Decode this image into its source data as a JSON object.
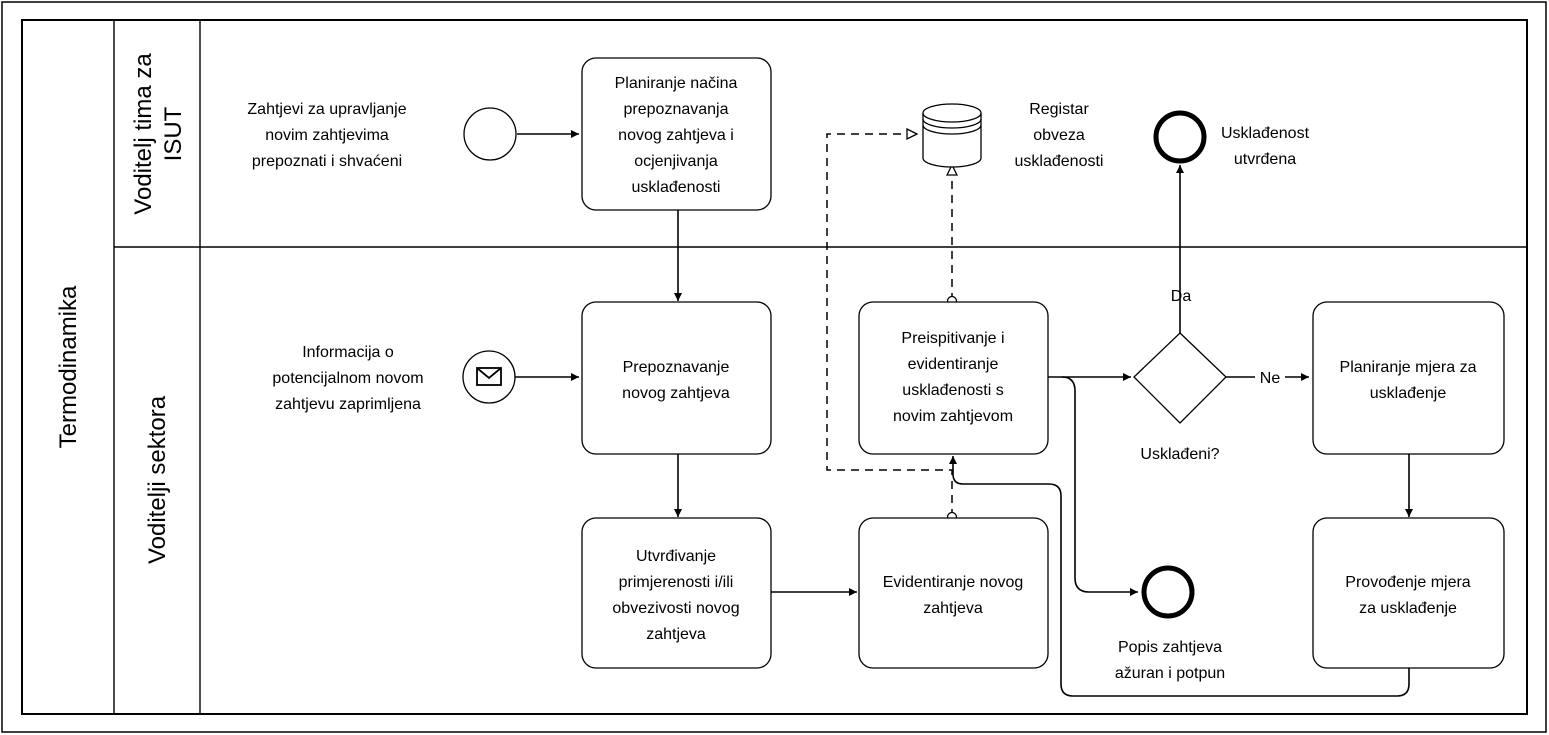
{
  "pool": {
    "name": "Termodinamika"
  },
  "lanes": {
    "top": {
      "lines": [
        "Voditelj tima za",
        "ISUT"
      ]
    },
    "bottom": {
      "lines": [
        "Voditelji sektora"
      ]
    }
  },
  "events": {
    "start_top": {
      "lines": [
        "Zahtjevi za upravljanje",
        "novim zahtjevima",
        "prepoznati i shvaćeni"
      ]
    },
    "start_msg": {
      "lines": [
        "Informacija o",
        "potencijalnom novom",
        "zahtjevu zaprimljena"
      ]
    },
    "end_top": {
      "lines": [
        "Usklađenost",
        "utvrđena"
      ]
    },
    "end_bottom": {
      "lines": [
        "Popis zahtjeva",
        "ažuran i potpun"
      ]
    }
  },
  "tasks": {
    "planiranje_nacina": {
      "lines": [
        "Planiranje načina",
        "prepoznavanja",
        "novog zahtjeva i",
        "ocjenjivanja",
        "usklađenosti"
      ]
    },
    "prepoznavanje": {
      "lines": [
        "Prepoznavanje",
        "novog zahtjeva"
      ]
    },
    "utvrdivanje": {
      "lines": [
        "Utvrđivanje",
        "primjerenosti i/ili",
        "obvezivosti novog",
        "zahtjeva"
      ]
    },
    "evidentiranje": {
      "lines": [
        "Evidentiranje novog",
        "zahtjeva"
      ]
    },
    "preispitivanje": {
      "lines": [
        "Preispitivanje i",
        "evidentiranje",
        "usklađenosti s",
        "novim zahtjevom"
      ]
    },
    "planiranje_mjera": {
      "lines": [
        "Planiranje mjera za",
        "usklađenje"
      ]
    },
    "provodenje": {
      "lines": [
        "Provođenje mjera",
        "za usklađenje"
      ]
    }
  },
  "datastore": {
    "lines": [
      "Registar",
      "obveza",
      "usklađenosti"
    ]
  },
  "gateway": {
    "label": "Usklađeni?",
    "yes_label": "Da",
    "no_label": "Ne"
  }
}
